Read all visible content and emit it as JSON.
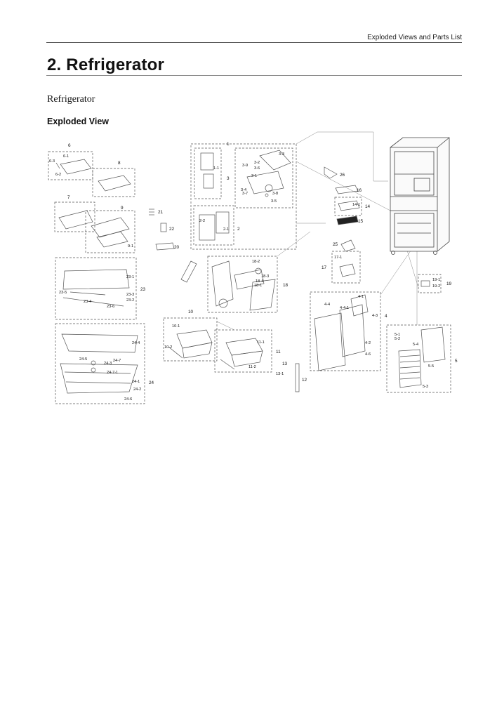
{
  "header": {
    "section_title": "Exploded Views and Parts List"
  },
  "page": {
    "title": "2.  Refrigerator",
    "subtitle": "Refrigerator",
    "section_heading": "Exploded View"
  },
  "diagram": {
    "callouts": [
      "1",
      "1-1",
      "2",
      "2-1",
      "2-2",
      "3",
      "3-1",
      "3-2",
      "3-3",
      "3-4",
      "3-5",
      "3-6",
      "3-7",
      "3-8",
      "3-9",
      "4",
      "4-1",
      "4-2",
      "4-3",
      "4-4",
      "4-5",
      "4-6",
      "5",
      "5-1",
      "5-2",
      "5-3",
      "5-4",
      "5-5",
      "6",
      "6-1",
      "6-2",
      "6-3",
      "7",
      "8",
      "9",
      "9-1",
      "10",
      "10-1",
      "10-2",
      "11",
      "11-1",
      "11-2",
      "12",
      "13",
      "13-1",
      "14",
      "14-1",
      "15",
      "16",
      "17",
      "17-1",
      "18",
      "18-1",
      "18-2",
      "18-3",
      "18-4",
      "19",
      "19-1",
      "19-2",
      "20",
      "21",
      "22",
      "23",
      "23-1",
      "23-2",
      "23-3",
      "23-4",
      "23-5",
      "23-6",
      "24",
      "24-1",
      "24-2",
      "24-3",
      "24-4",
      "24-5",
      "24-6",
      "24-7",
      "24-7-1",
      "25",
      "26"
    ]
  }
}
